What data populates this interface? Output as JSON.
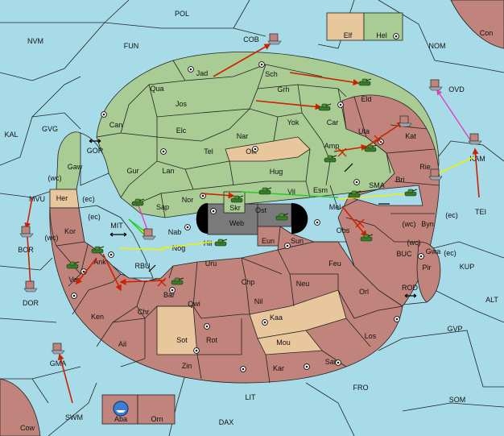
{
  "colors": {
    "sea": "#a8dbe8",
    "green": "#a9cc94",
    "red": "#c0847c",
    "tan": "#e8c79d",
    "grey": "#7a7a7a",
    "order_move": "#cc2200",
    "order_support": "#f0f000",
    "order_convoy": "#e040c0",
    "order_green": "#22cc22"
  },
  "sea_labels": {
    "POL": "POL",
    "NVM": "NVM",
    "FUN": "FUN",
    "NOM": "NOM",
    "Con": "Con",
    "KAL": "KAL",
    "GVG": "GVG",
    "GOR": "GOR",
    "MVU": "MVU",
    "BOR": "BOR",
    "DOR": "DOR",
    "MIT": "MIT",
    "RBU": "RBU",
    "SMA": "SMA",
    "BUC": "BUC",
    "KUP": "KUP",
    "ROD": "ROD",
    "ALT": "ALT",
    "GVP": "GVP",
    "SWM": "SWM",
    "LIT": "LIT",
    "FRO": "FRO",
    "SOM": "SOM",
    "DAX": "DAX",
    "Cow": "Cow",
    "OVD": "OVD",
    "KAM": "KAM",
    "TEI": "TEI",
    "COB": "COB",
    "GMA": "GMA"
  },
  "land_labels": {
    "Elf": "Elf",
    "Hel": "Hel",
    "Jad": "Jad",
    "Sch": "Sch",
    "Qua": "Qua",
    "Grh": "Grh",
    "Eld": "Eld",
    "Jos": "Jos",
    "Can": "Can",
    "Yok": "Yok",
    "Car": "Car",
    "Elc": "Elc",
    "Nar": "Nar",
    "Uta": "Uta",
    "Kat": "Kat",
    "Tel": "Tel",
    "Olk": "Olk",
    "Amp": "Amp",
    "Gaw": "Gaw",
    "Gur": "Gur",
    "Lan": "Lan",
    "Hug": "Hug",
    "Rie": "Rie",
    "Bri": "Bri",
    "Her": "Her",
    "Nor": "Nor",
    "Skr": "Skr",
    "Vil": "Vil",
    "Esm": "Esm",
    "Sap": "Sap",
    "Ost": "Ost",
    "Mel": "Mel",
    "Kor": "Kor",
    "Web": "Web",
    "Byn": "Byn",
    "Nab": "Nab",
    "Eun": "Eun",
    "Sun": "Sun",
    "Obs": "Obs",
    "Hil": "Hil",
    "Ank": "Ank",
    "Nog": "Nog",
    "Gwa": "Gwa",
    "Uru": "Uru",
    "Feu": "Feu",
    "Pir": "Pir",
    "Ver": "Ver",
    "Chp": "Chp",
    "Neu": "Neu",
    "Bar": "Bar",
    "Qwi": "Qwi",
    "Nil": "Nil",
    "Orl": "Orl",
    "Ken": "Ken",
    "Chr": "Chr",
    "Kaa": "Kaa",
    "Los": "Los",
    "Ail": "Ail",
    "Sot": "Sot",
    "Rot": "Rot",
    "Mou": "Mou",
    "Sam": "Sam",
    "Zin": "Zin",
    "Kar": "Kar",
    "Aba": "Aba",
    "Orn": "Orn"
  },
  "coast_tags": {
    "wc1": "(wc)",
    "ec1": "(ec)",
    "ec2": "(ec)",
    "wc2": "(wc)",
    "ec3": "(ec)",
    "wc3": "(wc)",
    "wc4": "(wc)",
    "ec4": "(ec)"
  },
  "units": [
    "army",
    "fleet"
  ],
  "icons": [
    "supply-center-icon",
    "army-icon",
    "fleet-icon",
    "canal-arrow-icon",
    "conflict-star-icon"
  ]
}
